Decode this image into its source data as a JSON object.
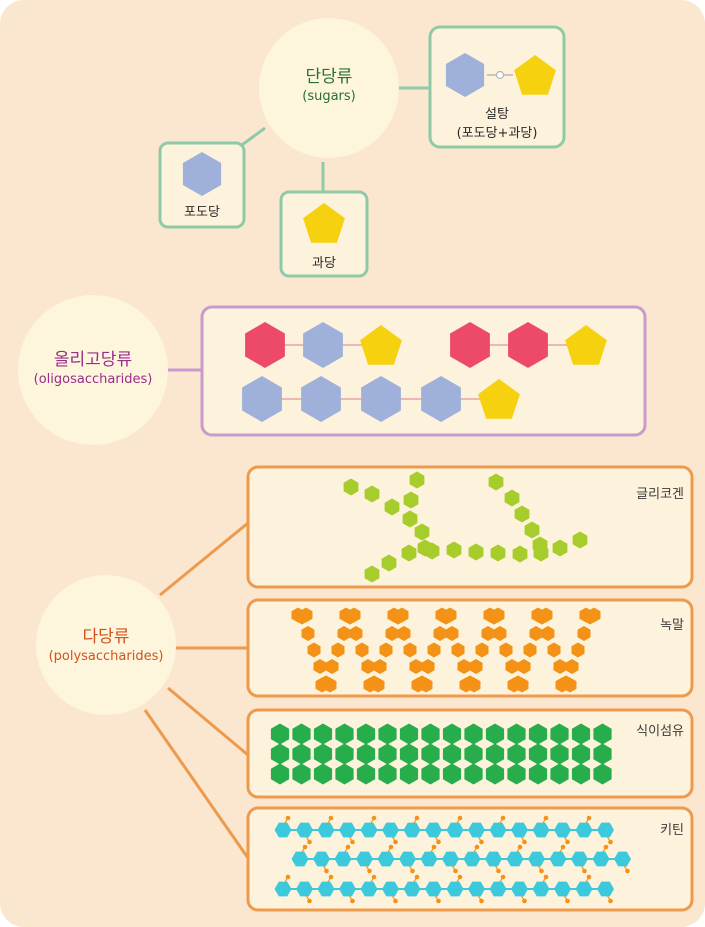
{
  "colors": {
    "background": "#fbe6cf",
    "circle_fill": "#fdf6dc",
    "sugar_box_border": "#8fcaa8",
    "oligo_box_border": "#c99acd",
    "poly_box_border": "#ee9a4c",
    "oligo_title": "#9a2c8a",
    "poly_title": "#d2521f",
    "sugar_title": "#2b6e34",
    "hex_blue": "#9fb0da",
    "pent_yellow": "#f6d10f",
    "hex_red": "#ec4a68",
    "glycogen_green": "#a7cd2c",
    "starch_orange": "#f39217",
    "fiber_green": "#27ad4c",
    "chitin_cyan": "#3cc9dc"
  },
  "monosaccharides": {
    "title_ko": "단당류",
    "title_en": "(sugars)",
    "glucose": {
      "label": "포도당",
      "icon": "hexagon-icon"
    },
    "fructose": {
      "label": "과당",
      "icon": "pentagon-icon"
    },
    "sucrose": {
      "label": "설탕",
      "sublabel": "(포도당+과당)"
    }
  },
  "oligosaccharides": {
    "title_ko": "올리고당류",
    "title_en": "(oligosaccharides)"
  },
  "polysaccharides": {
    "title_ko": "다당류",
    "title_en": "(polysaccharides)",
    "types": [
      {
        "label": "글리코겐"
      },
      {
        "label": "녹말"
      },
      {
        "label": "식이섬유"
      },
      {
        "label": "키틴"
      }
    ]
  }
}
